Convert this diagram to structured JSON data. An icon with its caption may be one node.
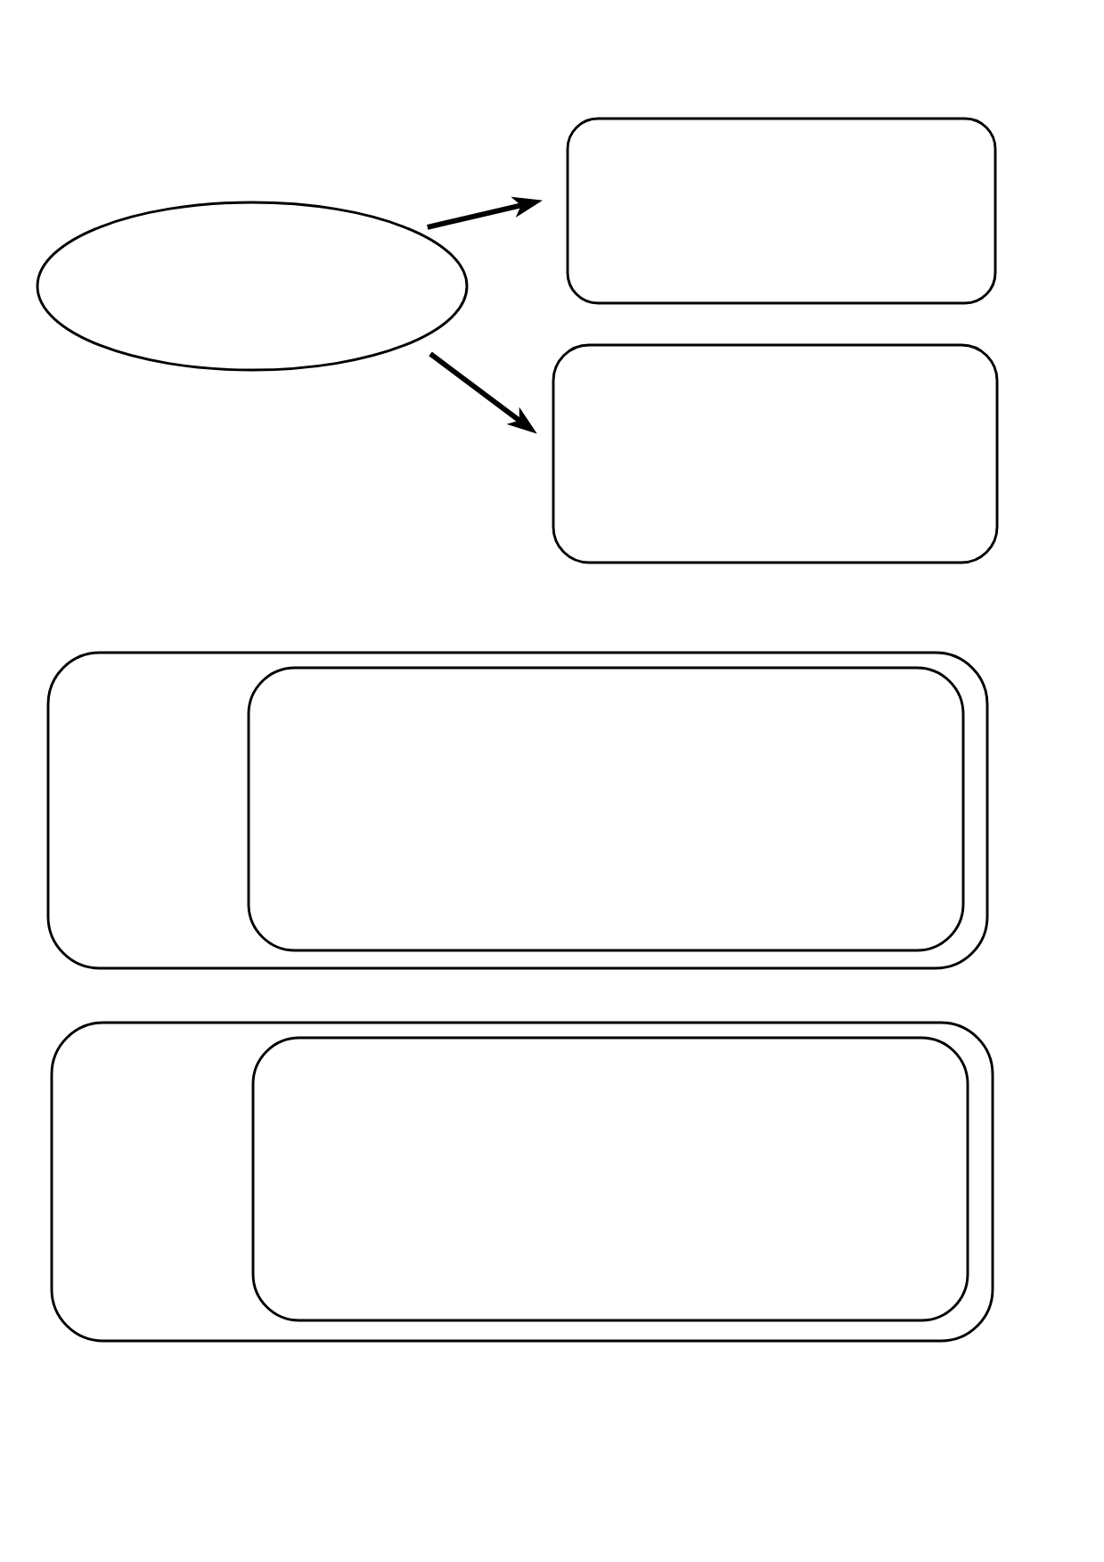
{
  "diagram": {
    "nodes": [
      {
        "text": [],
        "shape": "ellipse"
      },
      {
        "text": [],
        "shape": "box"
      },
      {
        "text": [],
        "shape": "box"
      },
      {
        "text": [],
        "shape": "box"
      },
      {
        "text": [],
        "shape": "box",
        "in": 3
      },
      {
        "text": [],
        "shape": "box"
      },
      {
        "text": [],
        "shape": "box",
        "in": 5
      }
    ],
    "edges": [
      {
        "from": 0,
        "to": 1,
        "arrow": "to"
      },
      {
        "from": 0,
        "to": 2,
        "arrow": "to"
      }
    ]
  }
}
